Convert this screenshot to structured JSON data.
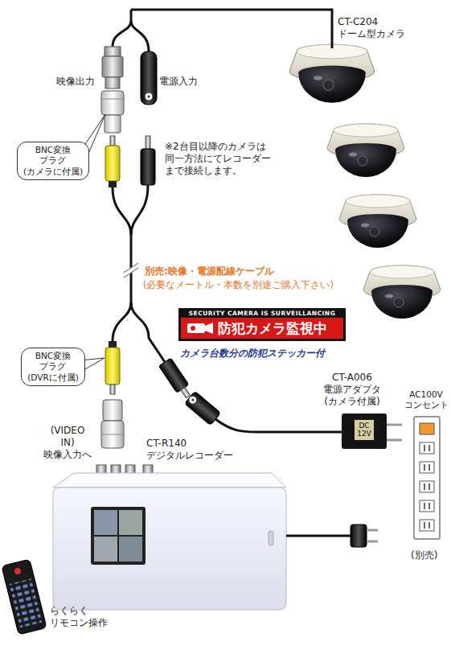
{
  "diagram": {
    "nodes": [
      {
        "text": [
          "BNC変換 プラグ (カメラに付属)"
        ]
      },
      {
        "text": [
          "SECURITY CAMERA IS SURVEILLANCING",
          "防犯カメラ監視中"
        ]
      },
      {
        "text": [
          "BNC変換 プラグ (DVRに付属)"
        ]
      },
      {
        "text": [
          "DC 12V"
        ]
      }
    ],
    "labels": [
      "CT-C204 ドーム型カメラ",
      "映像出力",
      "電源入力",
      "※2台目以降のカメラは 同一方法にてレコーダー まで接続します。",
      "別売:映像・電源配線ケーブル",
      "(必要なメートル・本数を別途ご購入下さい)",
      "カメラ台数分の防犯ステッカー付",
      "(VIDEO IN) 映像入力へ",
      "CT-R140 デジタルレコーダー",
      "CT-A006 電源アダプタ (カメラ付属)",
      "AC100V コンセント",
      "(別売)",
      "らくらく リモコン操作"
    ]
  }
}
